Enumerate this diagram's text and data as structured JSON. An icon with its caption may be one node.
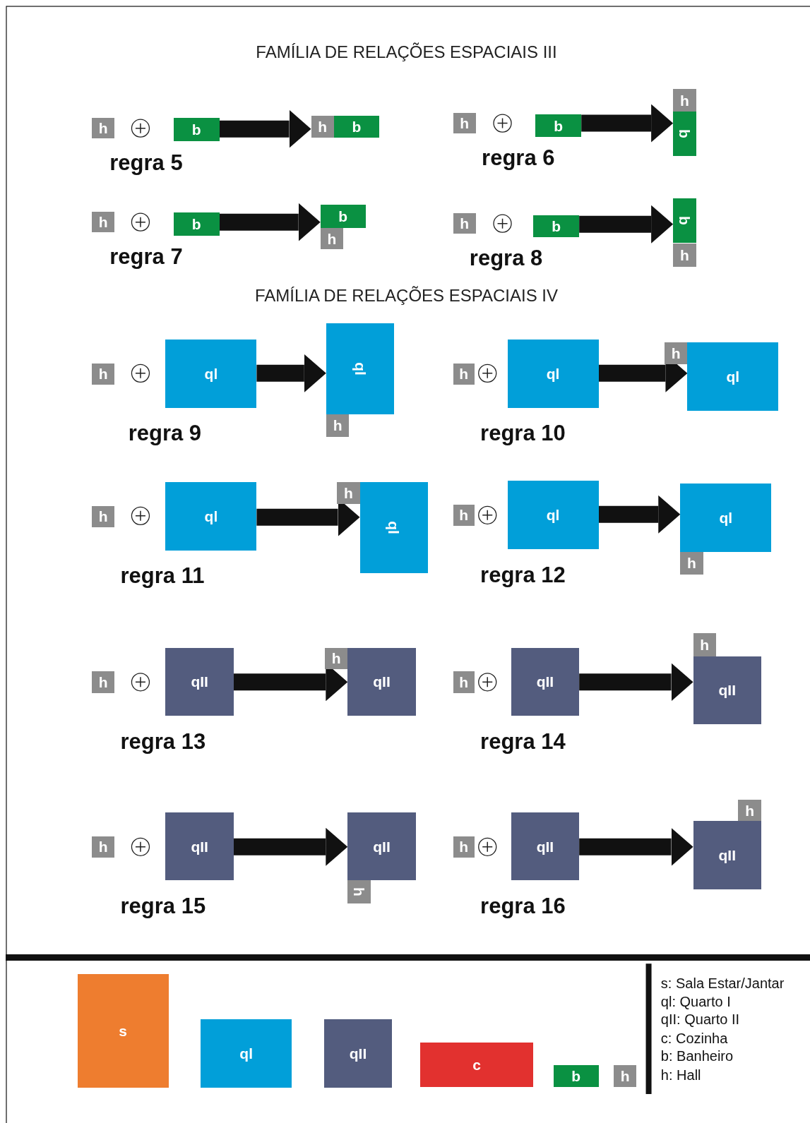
{
  "diagram": {
    "title": "FAMÍLIA DE RELAÇÕES ESPACIAIS III",
    "nodes": [
      {
        "text": [
          "h"
        ]
      },
      {
        "text": [
          "b"
        ]
      },
      {
        "text": [
          "h"
        ]
      },
      {
        "text": [
          "b"
        ]
      },
      {
        "text": [
          "h"
        ]
      },
      {
        "text": [
          "b"
        ]
      },
      {
        "text": [
          "h"
        ]
      },
      {
        "text": [
          "b"
        ]
      },
      {
        "text": [
          "h"
        ]
      },
      {
        "text": [
          "b"
        ]
      },
      {
        "text": [
          "b"
        ]
      },
      {
        "text": [
          "h"
        ]
      },
      {
        "text": [
          "h"
        ]
      },
      {
        "text": [
          "b"
        ]
      },
      {
        "text": [
          "b"
        ]
      },
      {
        "text": [
          "h"
        ]
      },
      {
        "text": [
          "h"
        ]
      },
      {
        "text": [
          "ql"
        ]
      },
      {
        "text": [
          "ql"
        ]
      },
      {
        "text": [
          "h"
        ]
      },
      {
        "text": [
          "h"
        ]
      },
      {
        "text": [
          "ql"
        ]
      },
      {
        "text": [
          "h"
        ]
      },
      {
        "text": [
          "ql"
        ]
      },
      {
        "text": [
          "h"
        ]
      },
      {
        "text": [
          "ql"
        ]
      },
      {
        "text": [
          "h"
        ]
      },
      {
        "text": [
          "ql"
        ]
      },
      {
        "text": [
          "h"
        ]
      },
      {
        "text": [
          "ql"
        ]
      },
      {
        "text": [
          "ql"
        ]
      },
      {
        "text": [
          "h"
        ]
      },
      {
        "text": [
          "h"
        ]
      },
      {
        "text": [
          "qII"
        ]
      },
      {
        "text": [
          "h"
        ]
      },
      {
        "text": [
          "qII"
        ]
      },
      {
        "text": [
          "h"
        ]
      },
      {
        "text": [
          "qII"
        ]
      },
      {
        "text": [
          "h"
        ]
      },
      {
        "text": [
          "qII"
        ]
      },
      {
        "text": [
          "h"
        ]
      },
      {
        "text": [
          "qII"
        ]
      },
      {
        "text": [
          "qII"
        ]
      },
      {
        "text": [
          "h"
        ]
      },
      {
        "text": [
          "h"
        ]
      },
      {
        "text": [
          "qII"
        ]
      },
      {
        "text": [
          "qII"
        ]
      },
      {
        "text": [
          "h"
        ]
      },
      {
        "text": [
          "s"
        ]
      },
      {
        "text": [
          "ql"
        ]
      },
      {
        "text": [
          "qII"
        ]
      },
      {
        "text": [
          "c"
        ]
      },
      {
        "text": [
          "b"
        ]
      },
      {
        "text": [
          "h"
        ]
      }
    ],
    "edges": [
      {
        "from": 1,
        "to": 2,
        "arrow": "to"
      },
      {
        "from": 5,
        "to": 7,
        "arrow": "to"
      },
      {
        "from": 9,
        "to": 10,
        "arrow": "to"
      },
      {
        "from": 13,
        "to": 14,
        "arrow": "to"
      },
      {
        "from": 17,
        "to": 18,
        "arrow": "to"
      },
      {
        "from": 21,
        "to": 23,
        "arrow": "to"
      },
      {
        "from": 25,
        "to": 27,
        "arrow": "to"
      },
      {
        "from": 29,
        "to": 30,
        "arrow": "to"
      },
      {
        "from": 33,
        "to": 35,
        "arrow": "to"
      },
      {
        "from": 37,
        "to": 39,
        "arrow": "to"
      },
      {
        "from": 41,
        "to": 42,
        "arrow": "to"
      },
      {
        "from": 45,
        "to": 46,
        "arrow": "to"
      }
    ],
    "labels": [
      "regra 5",
      "regra 6",
      "regra 7",
      "regra 8",
      "FAMÍLIA DE RELAÇÕES ESPACIAIS IV",
      "regra 9",
      "regra 10",
      "regra 11",
      "regra 12",
      "regra 13",
      "regra 14",
      "regra 15",
      "regra 16",
      "s: Sala Estar/Jantar",
      "ql: Quarto I",
      "qII: Quarto II",
      "c: Cozinha",
      "b: Banheiro",
      "h: Hall"
    ]
  }
}
